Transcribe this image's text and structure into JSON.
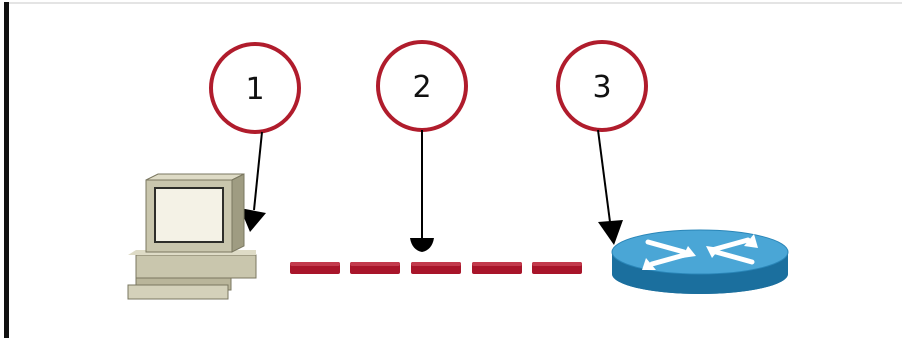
{
  "callouts": [
    {
      "number": "1",
      "points_to": "computer"
    },
    {
      "number": "2",
      "points_to": "cable"
    },
    {
      "number": "3",
      "points_to": "router"
    }
  ],
  "icons": {
    "computer": "computer-icon",
    "cable": "cable-icon",
    "router": "router-icon"
  },
  "colors": {
    "callout_ring": "#b01c2c",
    "cable": "#a8152a",
    "router_top": "#4aa6d6",
    "router_side": "#1b6f9e",
    "computer_body": "#c9c6ad",
    "screen": "#f4f2e6",
    "arrow": "#000000"
  }
}
